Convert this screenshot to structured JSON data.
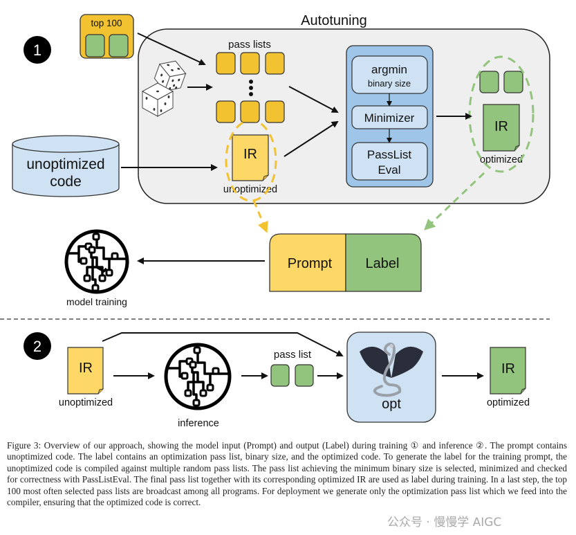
{
  "figure": {
    "section1": {
      "marker": "1",
      "top100_label": "top 100",
      "autotuning_title": "Autotuning",
      "pass_lists_label": "pass lists",
      "database_label_line1": "unoptimized",
      "database_label_line2": "code",
      "ir_unopt_label": "IR",
      "ir_unopt_caption": "unoptimized",
      "argmin_label": "argmin",
      "argmin_sub": "binary size",
      "minimizer_label": "Minimizer",
      "passlisteval_line1": "PassList",
      "passlisteval_line2": "Eval",
      "ir_opt_label": "IR",
      "ir_opt_caption": "optimized",
      "prompt_label": "Prompt",
      "label_label": "Label",
      "model_training_caption": "model training"
    },
    "section2": {
      "marker": "2",
      "ir_unopt_label": "IR",
      "ir_unopt_caption": "unoptimized",
      "inference_caption": "inference",
      "pass_list_label": "pass list",
      "opt_label": "opt",
      "ir_opt_label": "IR",
      "ir_opt_caption": "optimized"
    },
    "colors": {
      "yellow": "#F2C230",
      "yellow_light": "#FDD866",
      "green": "#93C47D",
      "blue_outer": "#9FC5E8",
      "blue_inner": "#CFE2F3",
      "panel_gray": "#EFEFEF"
    }
  },
  "caption": "Figure 3: Overview of our approach, showing the model input (Prompt) and output (Label) during training ① and inference ②. The prompt contains unoptimized code. The label contains an optimization pass list, binary size, and the optimized code. To generate the label for the training prompt, the unoptimized code is compiled against multiple random pass lists. The pass list achieving the minimum binary size is selected, minimized and checked for correctness with PassListEval. The final pass list together with its corresponding optimized IR are used as label during training. In a last step, the top 100 most often selected pass lists are broadcast among all programs. For deployment we generate only the optimization pass list which we feed into the compiler, ensuring that the optimized code is correct.",
  "watermark": "公众号 · 慢慢学 AIGC"
}
